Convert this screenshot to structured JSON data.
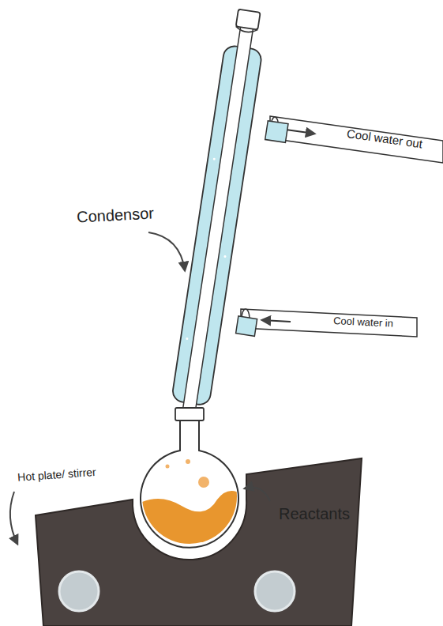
{
  "diagram": {
    "labels": [
      "Cool water out",
      "Cool water in",
      "Condensor",
      "Hot plate/ stirrer",
      "Reactants"
    ]
  }
}
